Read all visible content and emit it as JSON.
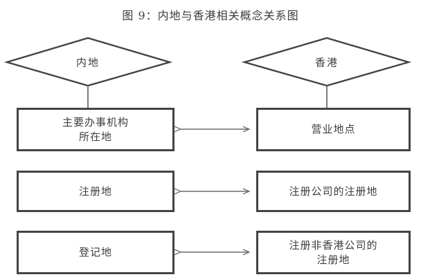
{
  "figure": {
    "title": "图 9：内地与香港相关概念关系图",
    "type": "relationship-diagram",
    "colors": {
      "shape_stroke": "#434343",
      "connector_stroke": "#6b6b6b",
      "text": "#3d3d3d",
      "background": "#ffffff"
    }
  },
  "nodes": {
    "mainland_diamond": {
      "label": "内地",
      "shape": "diamond",
      "column": "left"
    },
    "hongkong_diamond": {
      "label": "香港",
      "shape": "diamond",
      "column": "right"
    },
    "left_boxes": [
      {
        "label": "主要办事机构\n所在地",
        "shape": "rectangle"
      },
      {
        "label": "注册地",
        "shape": "rectangle"
      },
      {
        "label": "登记地",
        "shape": "rectangle"
      }
    ],
    "right_boxes": [
      {
        "label": "营业地点",
        "shape": "rectangle"
      },
      {
        "label": "注册公司的注册地",
        "shape": "rectangle"
      },
      {
        "label": "注册非香港公司的\n注册地",
        "shape": "rectangle"
      }
    ]
  },
  "connectors": {
    "vertical": [
      {
        "from": "mainland_diamond",
        "to": "左-主要办事机构所在地",
        "arrow": "none"
      },
      {
        "from": "hongkong_diamond",
        "to": "右-营业地点",
        "arrow": "none"
      }
    ],
    "horizontal": [
      {
        "left": "主要办事机构所在地",
        "right": "营业地点",
        "arrow": "double"
      },
      {
        "left": "注册地",
        "right": "注册公司的注册地",
        "arrow": "double"
      },
      {
        "left": "登记地",
        "right": "注册非香港公司的注册地",
        "arrow": "double"
      }
    ]
  }
}
